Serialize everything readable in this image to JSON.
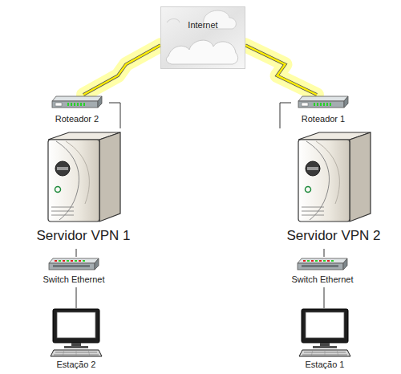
{
  "diagram": {
    "nodes": [
      {
        "text": [
          "Internet"
        ]
      },
      {
        "text": [
          "Roteador 2"
        ]
      },
      {
        "text": [
          "Servidor VPN 1"
        ]
      },
      {
        "text": [
          "Switch Ethernet"
        ]
      },
      {
        "text": [
          "Estação 2"
        ]
      },
      {
        "text": [
          "Roteador 1"
        ]
      },
      {
        "text": [
          "Servidor VPN 2"
        ]
      },
      {
        "text": [
          "Switch Ethernet"
        ]
      },
      {
        "text": [
          "Estação 1"
        ]
      }
    ],
    "edges": [
      {
        "from": 0,
        "to": 1,
        "arrow": "none"
      },
      {
        "from": 1,
        "to": 2,
        "arrow": "none"
      },
      {
        "from": 2,
        "to": 3,
        "arrow": "none"
      },
      {
        "from": 3,
        "to": 4,
        "arrow": "none"
      },
      {
        "from": 0,
        "to": 5,
        "arrow": "none"
      },
      {
        "from": 5,
        "to": 6,
        "arrow": "none"
      },
      {
        "from": 6,
        "to": 7,
        "arrow": "none"
      },
      {
        "from": 7,
        "to": 8,
        "arrow": "none"
      }
    ]
  }
}
